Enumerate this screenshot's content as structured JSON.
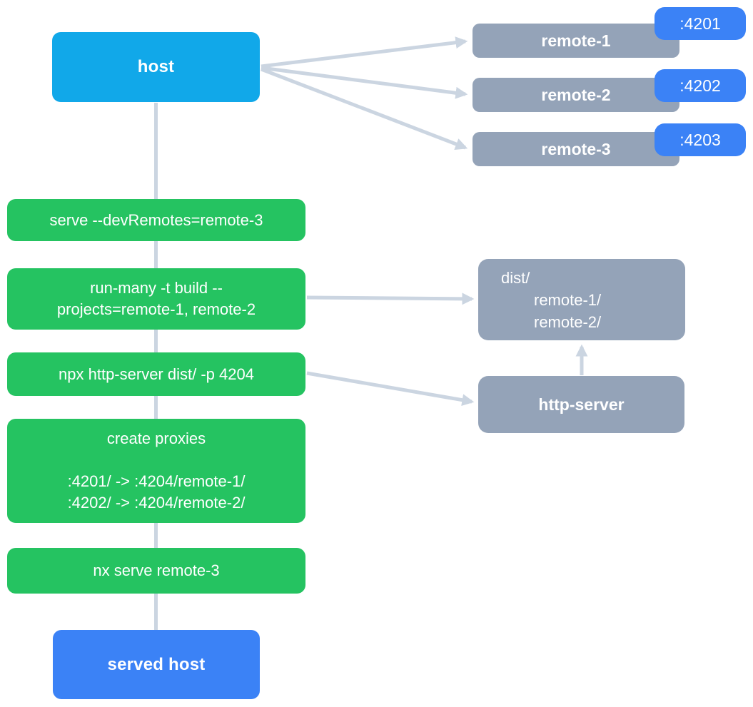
{
  "palette": {
    "host_cyan": "#11a8e9",
    "action_blue": "#3b82f6",
    "command_green": "#25c361",
    "slate_gray": "#94a3b8",
    "connector": "#cbd5e1",
    "text_white": "#ffffff"
  },
  "host": {
    "label": "host"
  },
  "served_host": {
    "label": "served host"
  },
  "remotes": [
    {
      "label": "remote-1",
      "port": ":4201"
    },
    {
      "label": "remote-2",
      "port": ":4202"
    },
    {
      "label": "remote-3",
      "port": ":4203"
    }
  ],
  "steps": [
    {
      "lines": [
        "serve --devRemotes=remote-3"
      ]
    },
    {
      "lines": [
        "run-many -t build --",
        "projects=remote-1, remote-2"
      ]
    },
    {
      "lines": [
        "npx http-server dist/ -p 4204"
      ]
    },
    {
      "lines": [
        "create proxies",
        "",
        ":4201/ -> :4204/remote-1/",
        ":4202/ -> :4204/remote-2/"
      ]
    },
    {
      "lines": [
        "nx serve remote-3"
      ]
    }
  ],
  "dist": {
    "lines": [
      "dist/",
      "remote-1/",
      "remote-2/"
    ]
  },
  "http_server": {
    "label": "http-server"
  }
}
